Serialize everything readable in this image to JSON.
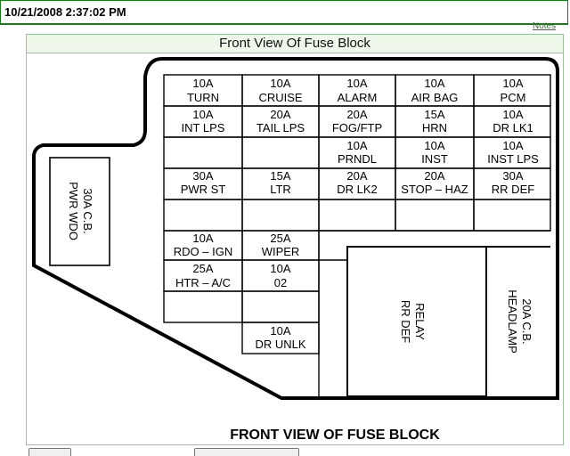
{
  "header": {
    "timestamp": "10/21/2008 2:37:02 PM",
    "notes_link": "Notes"
  },
  "panel": {
    "title": "Front View Of Fuse Block"
  },
  "diagram": {
    "caption": "FRONT VIEW OF FUSE BLOCK",
    "fuses": [
      {
        "id": "turn",
        "rating": "10A",
        "name": "TURN"
      },
      {
        "id": "cruise",
        "rating": "10A",
        "name": "CRUISE"
      },
      {
        "id": "alarm",
        "rating": "10A",
        "name": "ALARM"
      },
      {
        "id": "airbag",
        "rating": "10A",
        "name": "AIR BAG"
      },
      {
        "id": "pcm",
        "rating": "10A",
        "name": "PCM"
      },
      {
        "id": "intlps",
        "rating": "10A",
        "name": "INT LPS"
      },
      {
        "id": "taillps",
        "rating": "20A",
        "name": "TAIL LPS"
      },
      {
        "id": "fogftp",
        "rating": "20A",
        "name": "FOG/FTP"
      },
      {
        "id": "hrn",
        "rating": "15A",
        "name": "HRN"
      },
      {
        "id": "drlk1",
        "rating": "10A",
        "name": "DR LK1"
      },
      {
        "id": "prndl",
        "rating": "10A",
        "name": "PRNDL"
      },
      {
        "id": "inst",
        "rating": "10A",
        "name": "INST"
      },
      {
        "id": "instlps",
        "rating": "10A",
        "name": "INST LPS"
      },
      {
        "id": "pwrst",
        "rating": "30A",
        "name": "PWR ST"
      },
      {
        "id": "ltr",
        "rating": "15A",
        "name": "LTR"
      },
      {
        "id": "drlk2",
        "rating": "20A",
        "name": "DR LK2"
      },
      {
        "id": "stophaz",
        "rating": "20A",
        "name": "STOP – HAZ"
      },
      {
        "id": "rrdef",
        "rating": "30A",
        "name": "RR DEF"
      },
      {
        "id": "rdoign",
        "rating": "10A",
        "name": "RDO – IGN"
      },
      {
        "id": "wiper",
        "rating": "25A",
        "name": "WIPER"
      },
      {
        "id": "htrac",
        "rating": "25A",
        "name": "HTR – A/C"
      },
      {
        "id": "o2",
        "rating": "10A",
        "name": "02"
      },
      {
        "id": "drunlk",
        "rating": "10A",
        "name": "DR UNLK"
      }
    ],
    "breaker_left": {
      "rating": "30A C.B.",
      "name": "PWR WDO"
    },
    "relay": {
      "line1": "RELAY",
      "line2": "RR DEF"
    },
    "breaker_right": {
      "rating": "20A C.B.",
      "name": "HEADLAMP"
    }
  }
}
